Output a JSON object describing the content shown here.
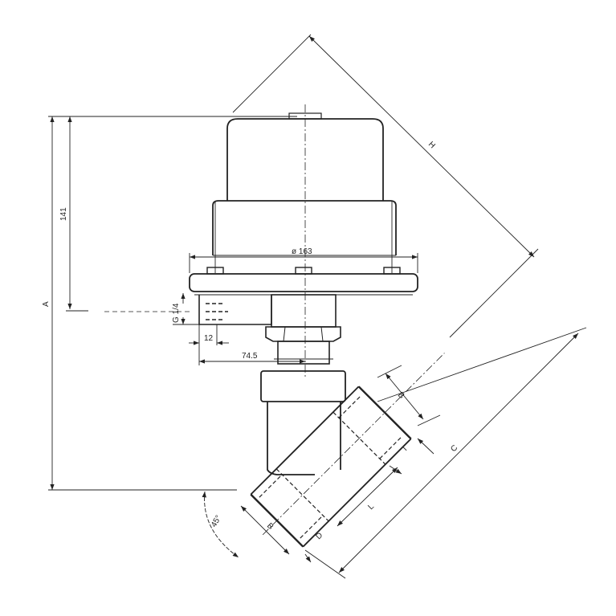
{
  "drawing": {
    "labels": {
      "diameter": "ø 163",
      "height_141": "141",
      "height_A": "A",
      "port_thread": "G 1/4",
      "dim_12": "12",
      "dim_74_5": "74.5",
      "dim_H": "H",
      "dim_C": "C",
      "dim_B_upper": "B",
      "dim_B_lower": "B",
      "dim_T": "T",
      "dim_L": "L",
      "dim_D": "D",
      "angle": "45°"
    },
    "colors": {
      "line": "#222222",
      "background": "#ffffff"
    }
  }
}
